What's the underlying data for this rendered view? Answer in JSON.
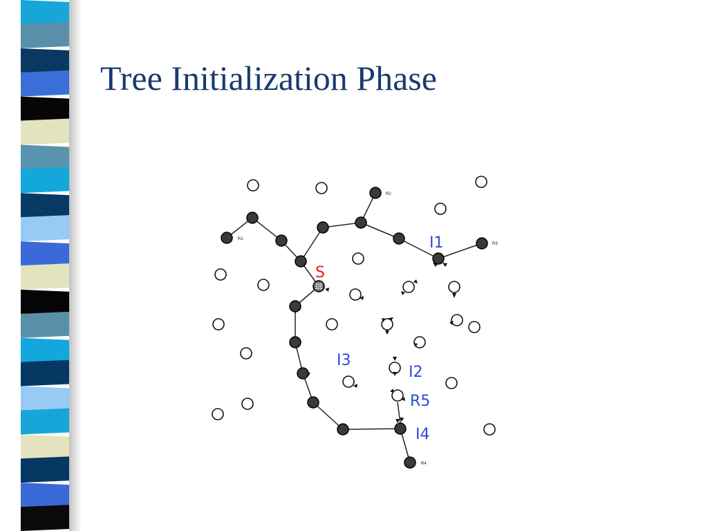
{
  "slide": {
    "title": "Tree Initialization Phase"
  },
  "colors": {
    "title": "#1a3a6e",
    "handwriting_blue": "#2a4bd8",
    "handwriting_red": "#e02020"
  },
  "sidebar_stripes": [
    "#16a7d8",
    "#5a8faa",
    "#0a3863",
    "#3b6fd8",
    "#060606",
    "#e3e3bd",
    "#5993ad",
    "#13a7dc",
    "#083a66",
    "#99caf5",
    "#3b6ad8",
    "#e3e3bd",
    "#050505",
    "#5a8faa",
    "#13a7dc",
    "#073863",
    "#97caf5",
    "#16a6d8",
    "#e3e3bd",
    "#073863",
    "#3b6ad8",
    "#0a0a0a"
  ],
  "diagram": {
    "small_labels": {
      "r1": "R1",
      "r2": "R2",
      "r3": "R3",
      "r4": "R4"
    },
    "annotations": {
      "source": "S",
      "i1": "I1",
      "i2": "I2",
      "i3": "I3",
      "i4": "I4",
      "r5": "R5"
    }
  }
}
